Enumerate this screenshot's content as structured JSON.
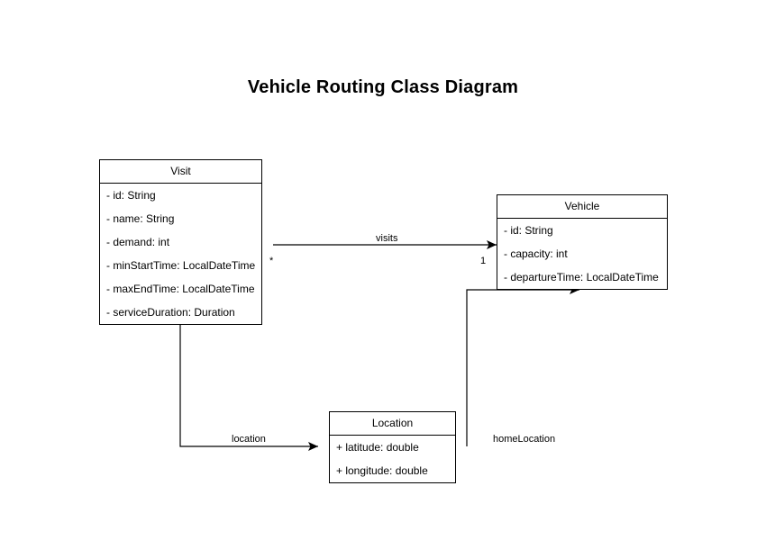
{
  "diagram": {
    "title": "Vehicle Routing Class Diagram",
    "type": "uml-class-diagram",
    "background_color": "#ffffff",
    "line_color": "#000000",
    "text_color": "#000000",
    "classes": [
      {
        "id": "visit",
        "name": "Visit",
        "attributes": [
          "- id: String",
          "- name: String",
          "- demand: int",
          "- minStartTime: LocalDateTime",
          "- maxEndTime: LocalDateTime",
          "- serviceDuration: Duration"
        ]
      },
      {
        "id": "vehicle",
        "name": "Vehicle",
        "attributes": [
          "- id: String",
          "- capacity: int",
          "- departureTime: LocalDateTime"
        ]
      },
      {
        "id": "location",
        "name": "Location",
        "attributes": [
          "+ latitude: double",
          "+ longitude: double"
        ]
      }
    ],
    "relationships": [
      {
        "id": "visits",
        "label": "visits",
        "source": "Vehicle",
        "target": "Visit",
        "source_multiplicity": "1",
        "target_multiplicity": "*"
      },
      {
        "id": "location",
        "label": "location",
        "source": "Visit",
        "target": "Location",
        "source_multiplicity": "",
        "target_multiplicity": ""
      },
      {
        "id": "homeLocation",
        "label": "homeLocation",
        "source": "Vehicle",
        "target": "Location",
        "source_multiplicity": "",
        "target_multiplicity": ""
      }
    ]
  }
}
